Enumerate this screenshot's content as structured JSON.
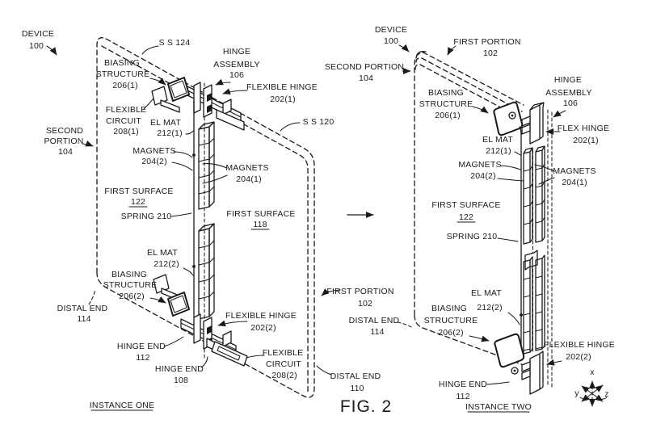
{
  "figure": {
    "caption": "FIG. 2"
  },
  "left": {
    "device": [
      "DEVICE",
      "100"
    ],
    "ss124": "S S 124",
    "hinge_assembly": [
      "HINGE",
      "ASSEMBLY",
      "106"
    ],
    "biasing_structure_1": [
      "BIASING",
      "STRUCTURE",
      "206(1)"
    ],
    "flexible_hinge_1": [
      "FLEXIBLE HINGE",
      "202(1)"
    ],
    "flexible_circuit_1": [
      "FLEXIBLE",
      "CIRCUIT",
      "208(1)"
    ],
    "el_mat_1": [
      "EL MAT",
      "212(1)"
    ],
    "ss120": "S S 120",
    "second_portion": [
      "SECOND",
      "PORTION",
      "104"
    ],
    "magnets_2": [
      "MAGNETS",
      "204(2)"
    ],
    "magnets_1": [
      "MAGNETS",
      "204(1)"
    ],
    "first_surface_122": [
      "FIRST SURFACE",
      "122"
    ],
    "spring": "SPRING 210",
    "first_surface_118": [
      "FIRST SURFACE",
      "118"
    ],
    "el_mat_2": [
      "EL MAT",
      "212(2)"
    ],
    "biasing_structure_2": [
      "BIASING",
      "STRUCTURE",
      "206(2)"
    ],
    "distal_end_114": [
      "DISTAL END",
      "114"
    ],
    "flexible_hinge_2": [
      "FLEXIBLE HINGE",
      "202(2)"
    ],
    "hinge_end_112": [
      "HINGE END",
      "112"
    ],
    "hinge_end_108": [
      "HINGE END",
      "108"
    ],
    "flexible_circuit_2": [
      "FLEXIBLE",
      "CIRCUIT",
      "208(2)"
    ],
    "first_portion": [
      "FIRST PORTION",
      "102"
    ],
    "distal_end_110": [
      "DISTAL END",
      "110"
    ],
    "instance": "INSTANCE ONE"
  },
  "right": {
    "device": [
      "DEVICE",
      "100"
    ],
    "first_portion": [
      "FIRST PORTION",
      "102"
    ],
    "second_portion": [
      "SECOND PORTION",
      "104"
    ],
    "hinge_assembly": [
      "HINGE",
      "ASSEMBLY",
      "106"
    ],
    "biasing_structure_1": [
      "BIASING",
      "STRUCTURE",
      "206(1)"
    ],
    "flex_hinge": [
      "FLEX HINGE",
      "202(1)"
    ],
    "el_mat_1": [
      "EL MAT",
      "212(1)"
    ],
    "magnets_2": [
      "MAGNETS",
      "204(2)"
    ],
    "magnets_1": [
      "MAGNETS",
      "204(1)"
    ],
    "first_surface_122": [
      "FIRST SURFACE",
      "122"
    ],
    "spring": "SPRING 210",
    "el_mat_2": [
      "EL MAT",
      "212(2)"
    ],
    "biasing_structure_2": [
      "BIASING",
      "STRUCTURE",
      "206(2)"
    ],
    "distal_end_114": [
      "DISTAL END",
      "114"
    ],
    "flexible_hinge_2": [
      "FLEXIBLE HINGE",
      "202(2)"
    ],
    "hinge_end_112": [
      "HINGE END",
      "112"
    ],
    "instance": "INSTANCE TWO"
  },
  "axes": {
    "x": "x",
    "y": "y",
    "z": "z"
  },
  "colors": {
    "line": "#1a1a1a",
    "background": "#ffffff"
  }
}
